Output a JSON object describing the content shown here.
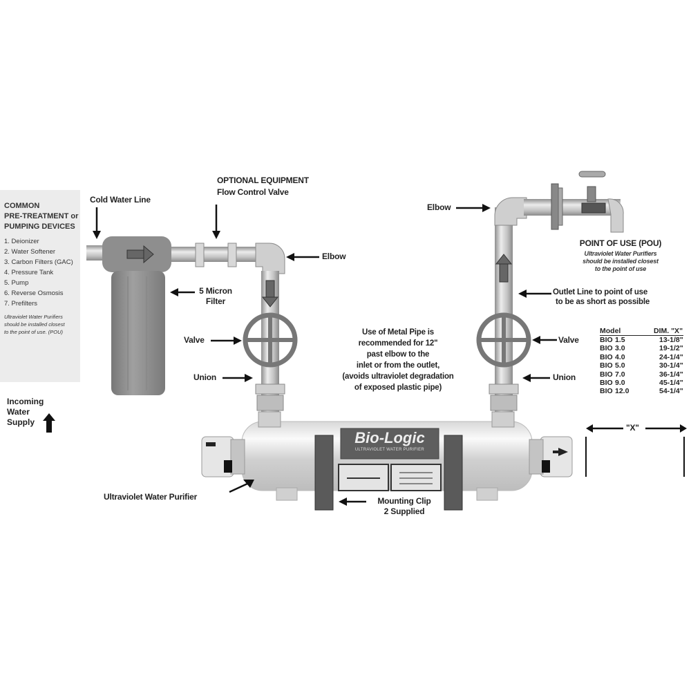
{
  "pretreatment_panel": {
    "title_lines": [
      "COMMON",
      "PRE-TREATMENT or",
      "PUMPING DEVICES"
    ],
    "items": [
      "1. Deionizer",
      "2. Water Softener",
      "3. Carbon Filters (GAC)",
      "4. Pressure Tank",
      "5. Pump",
      "6. Reverse Osmosis",
      "7. Prefilters"
    ],
    "note_lines": [
      "Ultraviolet Water Purifiers",
      "should be installed closest",
      "to the point of use. (POU)"
    ]
  },
  "incoming": {
    "lines": [
      "Incoming",
      "Water",
      "Supply"
    ],
    "icon": "arrow-up-icon"
  },
  "labels": {
    "cold_water_line": "Cold Water Line",
    "optional_equipment": "OPTIONAL EQUIPMENT",
    "flow_control_valve": "Flow Control Valve",
    "elbow_left": "Elbow",
    "micron_filter_1": "5 Micron",
    "micron_filter_2": "Filter",
    "valve_left": "Valve",
    "union_left": "Union",
    "elbow_right": "Elbow",
    "poi_title": "POINT OF USE (POU)",
    "poi_note_lines": [
      "Ultraviolet Water Purifiers",
      "should be installed closest",
      "to the point of use"
    ],
    "outlet_line_1": "Outlet Line to point of use",
    "outlet_line_2": "to be as short as possible",
    "valve_right": "Valve",
    "union_right": "Union",
    "metal_pipe_lines": [
      "Use of Metal Pipe is",
      "recommended for 12\"",
      "past elbow to the",
      "inlet or from the outlet,",
      "(avoids ultraviolet degradation",
      "of exposed plastic pipe)"
    ],
    "uv_purifier": "Ultraviolet  Water Purifier",
    "mounting_clip_1": "Mounting Clip",
    "mounting_clip_2": "2 Supplied",
    "brand": "Bio-Logic",
    "brand_sub": "ULTRAVIOLET WATER PURIFIER",
    "dim_x": "\"X\""
  },
  "dimension_table": {
    "headers": [
      "Model",
      "DIM. \"X\""
    ],
    "rows": [
      {
        "series": "BIO",
        "size": "1.5",
        "dim": "13-1/8\""
      },
      {
        "series": "BIO",
        "size": "3.0",
        "dim": "19-1/2\""
      },
      {
        "series": "BIO",
        "size": "4.0",
        "dim": "24-1/4\""
      },
      {
        "series": "BIO",
        "size": "5.0",
        "dim": "30-1/4\""
      },
      {
        "series": "BIO",
        "size": "7.0",
        "dim": "36-1/4\""
      },
      {
        "series": "BIO",
        "size": "9.0",
        "dim": "45-1/4\""
      },
      {
        "series": "BIO",
        "size": "12.0",
        "dim": "54-1/4\""
      }
    ]
  },
  "colors": {
    "pipe_light": "#e8e8e8",
    "pipe_dark": "#8a8a8a",
    "filter_body": "#8c8c8c",
    "valve_wheel": "#777777",
    "panel_bg": "#ececec",
    "clip": "#555555",
    "text": "#222222"
  }
}
